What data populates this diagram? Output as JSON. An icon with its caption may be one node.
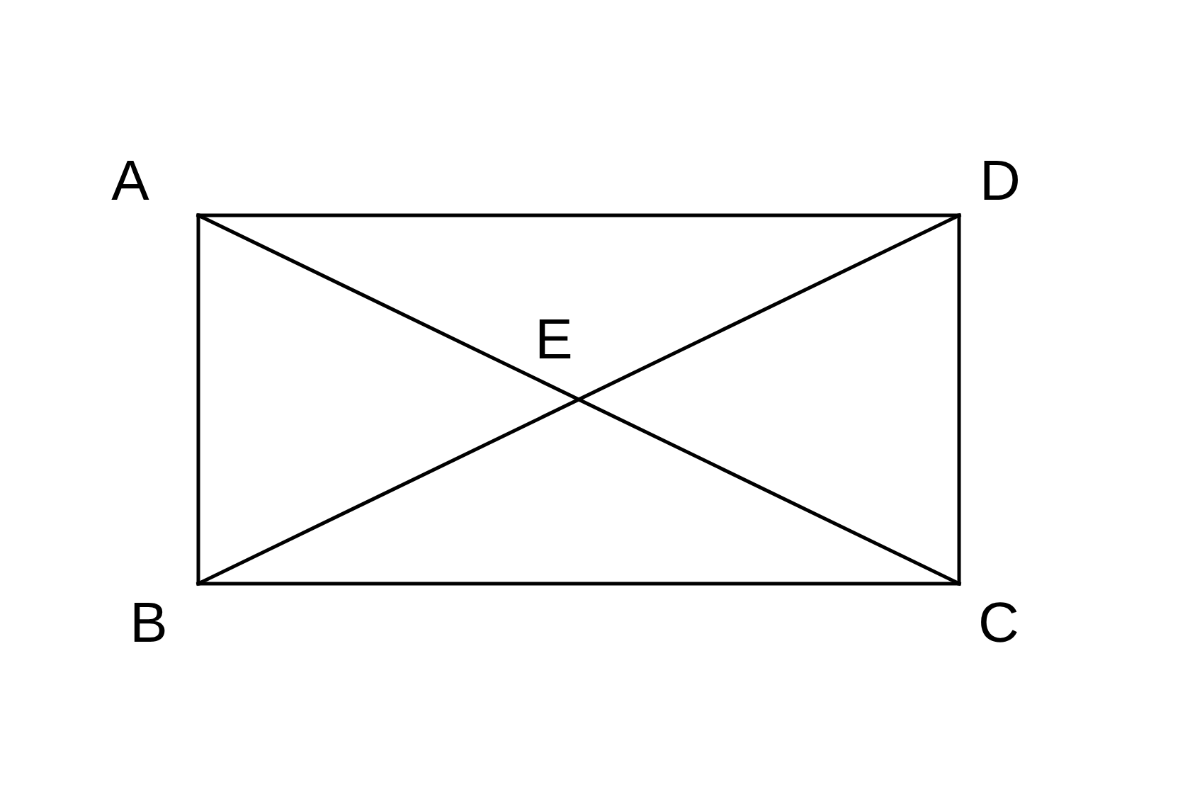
{
  "diagram": {
    "nodes": [
      {
        "text": [
          "A"
        ]
      },
      {
        "text": [
          "B"
        ]
      },
      {
        "text": [
          "C"
        ]
      },
      {
        "text": [
          "D"
        ]
      }
    ],
    "edges": [
      {
        "from": 0,
        "to": 3,
        "arrow": "none"
      },
      {
        "from": 3,
        "to": 2,
        "arrow": "none"
      },
      {
        "from": 2,
        "to": 1,
        "arrow": "none"
      },
      {
        "from": 1,
        "to": 0,
        "arrow": "none"
      },
      {
        "from": 0,
        "to": 2,
        "arrow": "none"
      },
      {
        "from": 1,
        "to": 3,
        "arrow": "none"
      }
    ],
    "labels": [
      "E"
    ]
  }
}
